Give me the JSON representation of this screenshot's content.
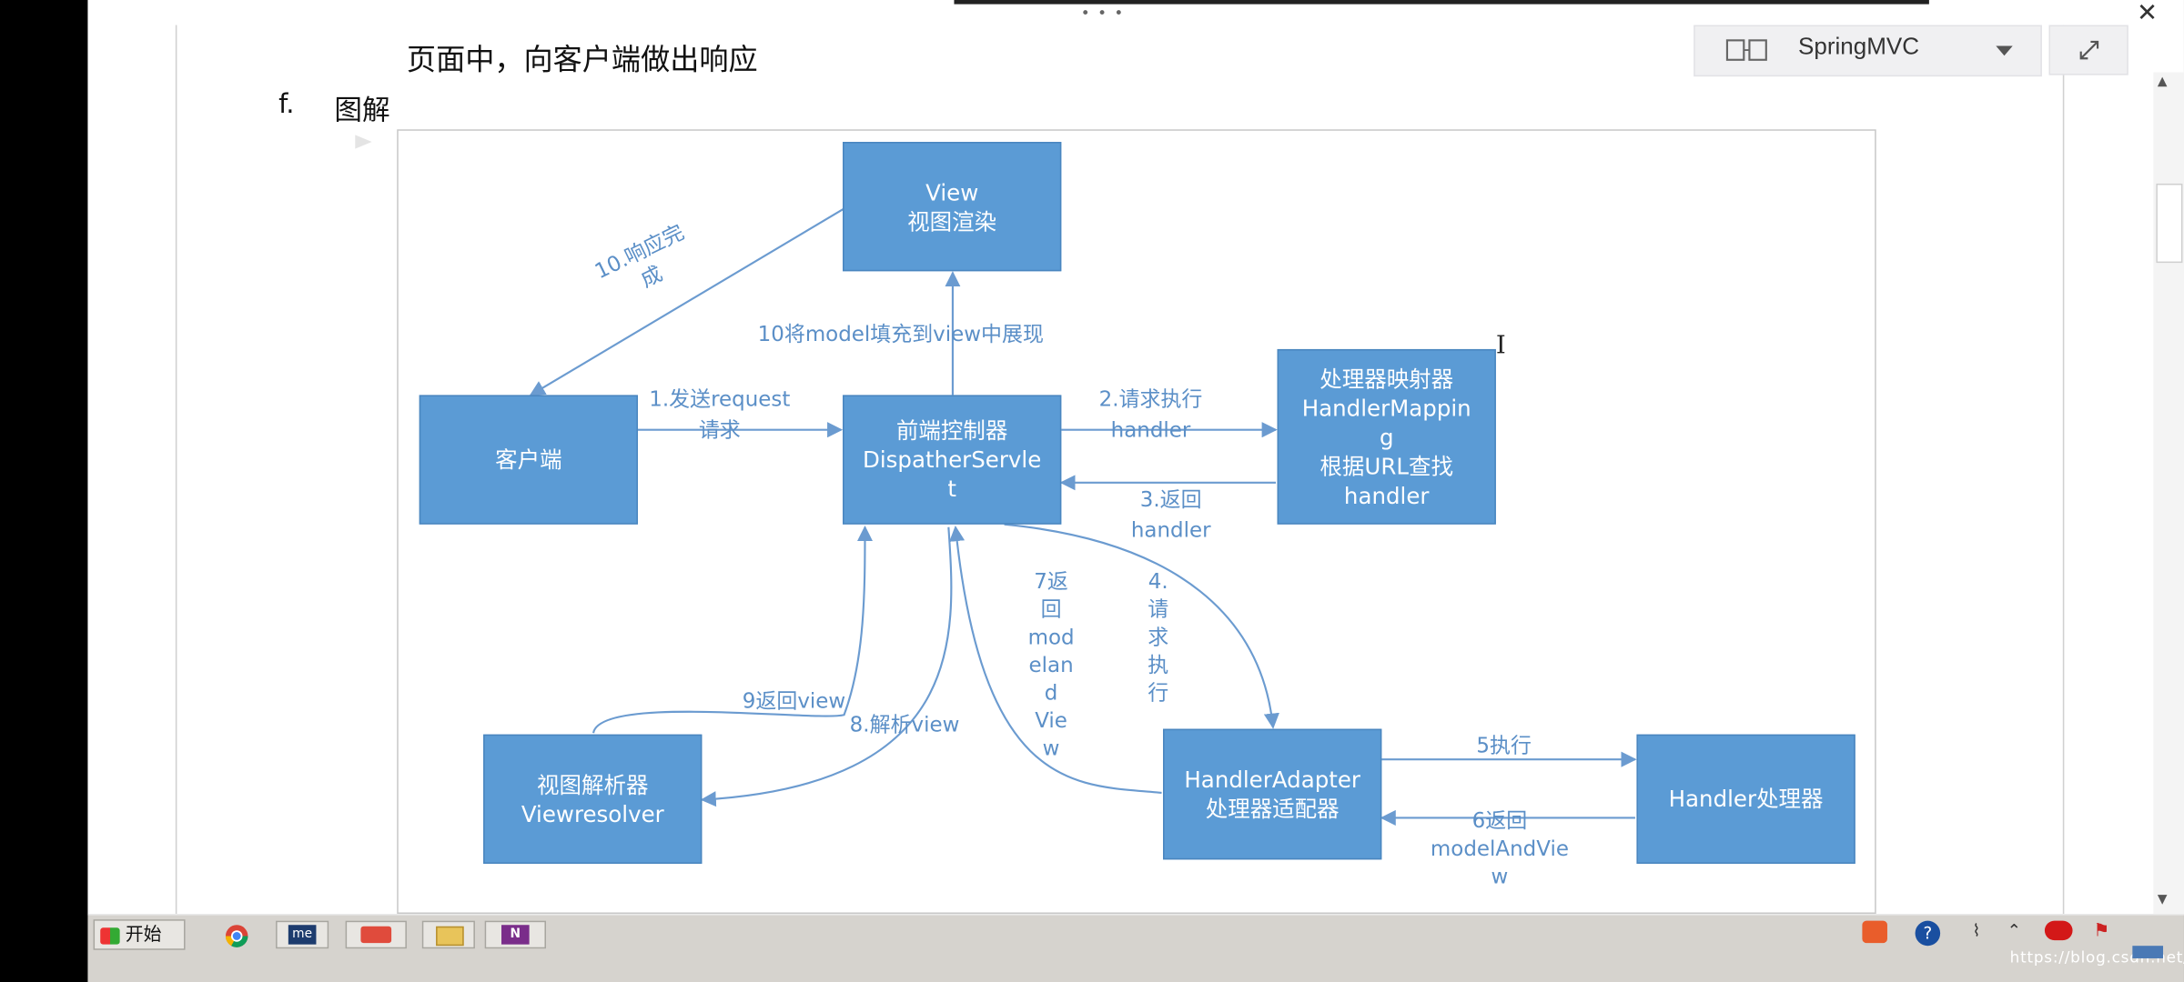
{
  "document": {
    "top_text": "页面中，向客户端做出响应",
    "section_number": "f.",
    "section_title": "图解"
  },
  "notebook": {
    "name": "SpringMVC",
    "book_icon": "book-icon",
    "caret_icon": "chevron-down-icon",
    "expand_icon": "expand-icon",
    "close_icon": "close-icon"
  },
  "diagram": {
    "nodes": {
      "view": [
        "View",
        "视图渲染"
      ],
      "client": [
        "客户端"
      ],
      "dispatcher": [
        "前端控制器",
        "DispatherServle",
        "t"
      ],
      "mapping": [
        "处理器映射器",
        "HandlerMappin",
        "g",
        "根据URL查找",
        "handler"
      ],
      "resolver": [
        "视图解析器",
        "Viewresolver"
      ],
      "adapter": [
        "HandlerAdapter",
        "处理器适配器"
      ],
      "handler": [
        "Handler处理器"
      ]
    },
    "labels": {
      "step10_complete": "10.响应完\n成",
      "step10_fill": "10将model填充到view中展现",
      "step1": "1.发送request\n请求",
      "step2": "2.请求执行\nhandler",
      "step3": "3.返回\nhandler",
      "step4": "4.\n请\n求\n执\n行",
      "step7": "7返\n回\nmod\nelan\nd\nVie\nw",
      "step5": "5执行",
      "step6": "6返回\nmodelAndVie\nw",
      "step9": "9返回view",
      "step8": "8.解析view"
    },
    "colors": {
      "box": "#5b9bd5",
      "arrow": "#5b8fc7"
    }
  },
  "taskbar": {
    "start_label": "开始",
    "watermark": "https://blog.csdn.net/yyy"
  }
}
